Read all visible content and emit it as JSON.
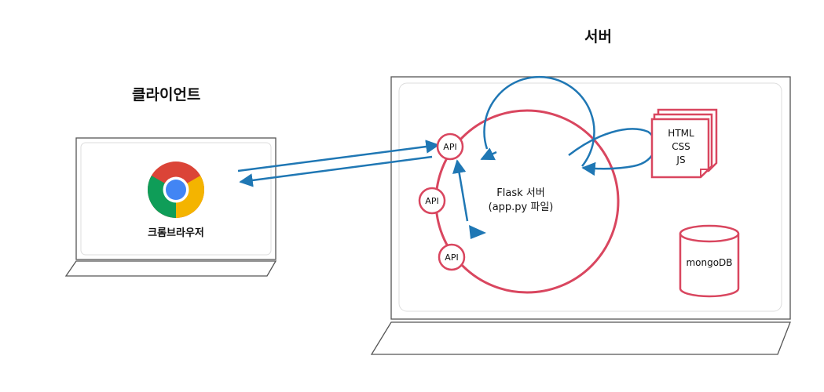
{
  "client": {
    "heading": "클라이언트",
    "browser_label": "크롬브라우저"
  },
  "server": {
    "heading": "서버",
    "flask_line1": "Flask 서버",
    "flask_line2": "(app.py 파일)",
    "api_label_top": "API",
    "api_label_mid": "API",
    "api_label_bottom": "API",
    "files": [
      "HTML",
      "CSS",
      "JS"
    ],
    "db_label": "mongoDB"
  },
  "colors": {
    "ring_red": "#d9465f",
    "flow_blue": "#1f77b4",
    "chrome_red": "#db4437",
    "chrome_yellow": "#f4b400",
    "chrome_green": "#0f9d58",
    "chrome_blue": "#4285f4",
    "outline_gray": "#555555"
  }
}
